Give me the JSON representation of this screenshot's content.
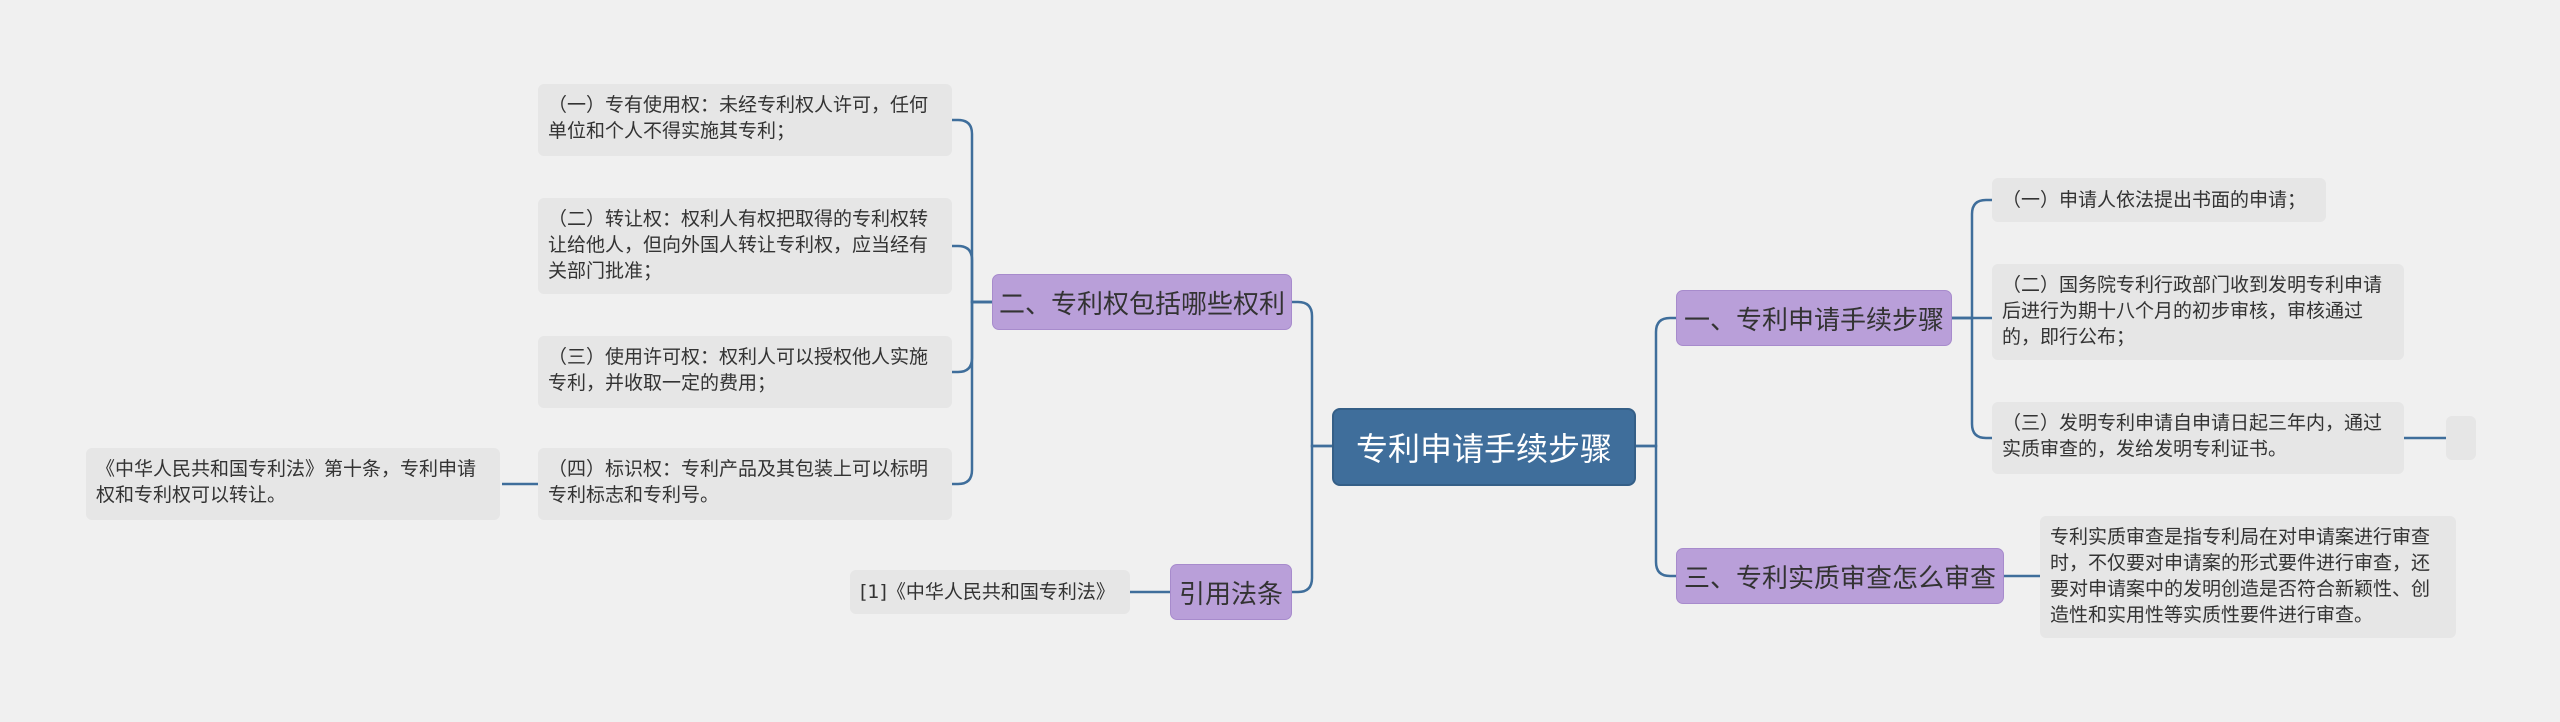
{
  "root": {
    "title": "专利申请手续步骤"
  },
  "branches": {
    "rights": {
      "label": "二、专利权包括哪些权利",
      "items": [
        "（一）专有使用权：未经专利权人许可，任何单位和个人不得实施其专利；",
        "（二）转让权：权利人有权把取得的专利权转让给他人，但向外国人转让专利权，应当经有关部门批准；",
        "（三）使用许可权：权利人可以授权他人实施专利，并收取一定的费用；",
        "（四）标识权：专利产品及其包装上可以标明专利标志和专利号。"
      ],
      "sub_note": "《中华人民共和国专利法》第十条，专利申请权和专利权可以转让。"
    },
    "law": {
      "label": "引用法条",
      "items": [
        "[1]《中华人民共和国专利法》"
      ]
    },
    "steps": {
      "label": "一、专利申请手续步骤",
      "items": [
        "（一）申请人依法提出书面的申请；",
        "（二）国务院专利行政部门收到发明专利申请后进行为期十八个月的初步审核，审核通过的，即行公布；",
        "（三）发明专利申请自申请日起三年内，通过实质审查的，发给发明专利证书。"
      ]
    },
    "review": {
      "label": "三、专利实质审查怎么审查",
      "items": [
        "专利实质审查是指专利局在对申请案进行审查时，不仅要对申请案的形式要件进行审查，还要对申请案中的发明创造是否符合新颖性、创造性和实用性等实质性要件进行审查。"
      ]
    }
  },
  "colors": {
    "root_fill": "#3f6e9b",
    "branch_fill": "#b99fd9",
    "leaf_fill": "#e6e6e6",
    "link": "#3f6e9b",
    "background": "#f0f0f0"
  }
}
